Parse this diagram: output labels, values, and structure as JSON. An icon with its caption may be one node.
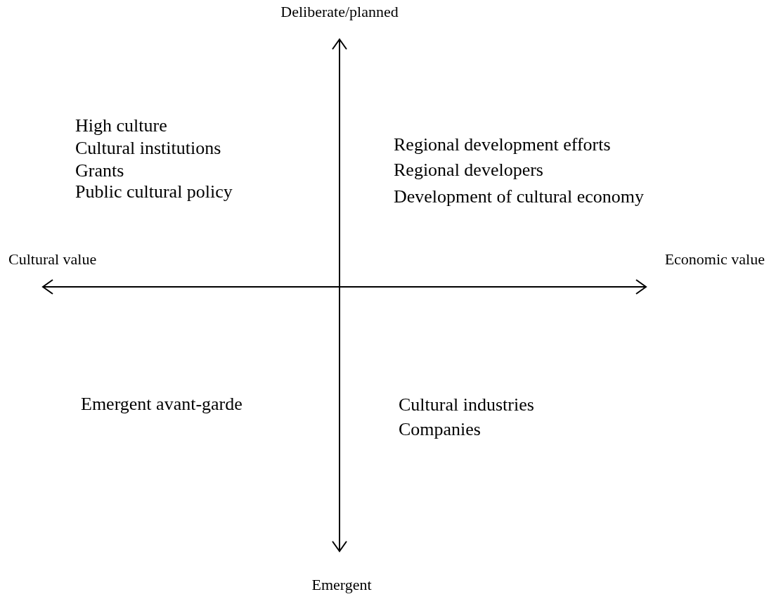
{
  "diagram": {
    "labels": [
      "Deliberate/planned",
      "High culture",
      "Cultural institutions",
      "Grants",
      "Public cultural policy",
      "Regional development efforts",
      "Regional developers",
      "Development of cultural economy",
      "Cultural value",
      "Economic value",
      "Emergent avant-garde",
      "Cultural industries",
      "Companies",
      "Emergent"
    ]
  }
}
